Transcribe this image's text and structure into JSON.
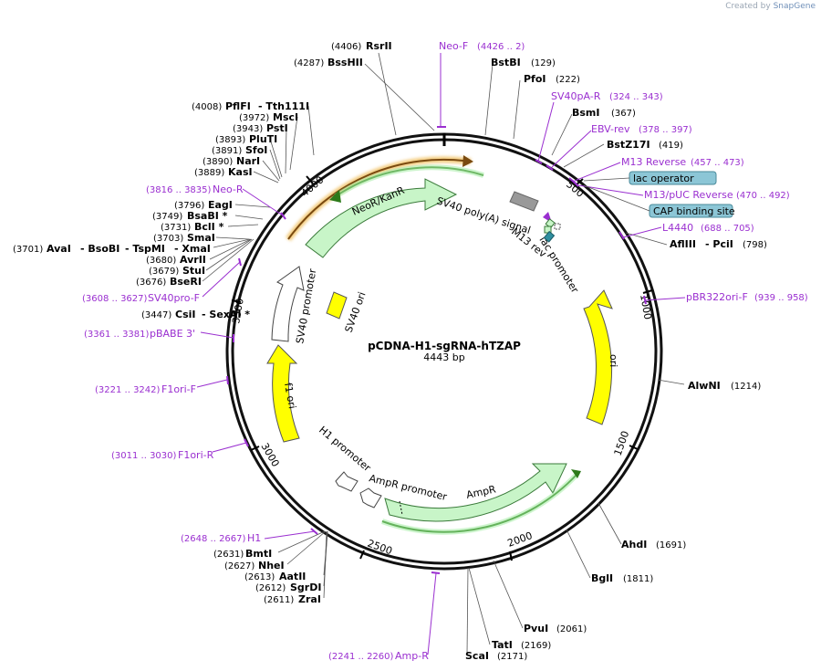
{
  "credit": {
    "prefix": "Created by",
    "brand": "SnapGene"
  },
  "plasmid": {
    "name": "pCDNA-H1-sgRNA-hTZAP",
    "length_label": "4443 bp"
  },
  "ticks": [
    "500",
    "1000",
    "1500",
    "2000",
    "2500",
    "3000",
    "3500",
    "4000"
  ],
  "features": {
    "neor": "NeoR/KanR",
    "sv40polya": "SV40 poly(A) signal",
    "m13rev": "M13 rev",
    "lacpromoter": "lac promoter",
    "ori": "ori",
    "ampr": "AmpR",
    "ampr_promoter": "AmpR promoter",
    "h1_promoter": "H1 promoter",
    "f1ori": "f1 ori",
    "sv40_promoter": "SV40 promoter",
    "sv40_ori": "SV40 ori"
  },
  "enzymes": {
    "rsrii": {
      "name": "RsrII",
      "pos": "(4406)"
    },
    "bsshii": {
      "name": "BssHII",
      "pos": "(4287)"
    },
    "bstbi": {
      "name": "BstBI",
      "pos": "(129)"
    },
    "pfoi": {
      "name": "PfoI",
      "pos": "(222)"
    },
    "bsmi": {
      "name": "BsmI",
      "pos": "(367)"
    },
    "bstz17i": {
      "name": "BstZ17I",
      "pos": "(419)"
    },
    "afliii": {
      "name": "AflIII",
      "name2": "- PciI",
      "pos": "(798)"
    },
    "alwni": {
      "name": "AlwNI",
      "pos": "(1214)"
    },
    "ahdi": {
      "name": "AhdI",
      "pos": "(1691)"
    },
    "bgli": {
      "name": "BglI",
      "pos": "(1811)"
    },
    "pvui": {
      "name": "PvuI",
      "pos": "(2061)"
    },
    "tati": {
      "name": "TatI",
      "pos": "(2169)"
    },
    "scai": {
      "name": "ScaI",
      "pos": "(2171)"
    },
    "zrai": {
      "name": "ZraI",
      "pos": "(2611)"
    },
    "sgrdi": {
      "name": "SgrDI",
      "pos": "(2612)"
    },
    "aatii": {
      "name": "AatII",
      "pos": "(2613)"
    },
    "nhei": {
      "name": "NheI",
      "pos": "(2627)"
    },
    "bmti": {
      "name": "BmtI",
      "pos": "(2631)"
    },
    "csii": {
      "name": "CsiI",
      "name2": "- SexAI *",
      "pos": "(3447)"
    },
    "bseri": {
      "name": "BseRI",
      "pos": "(3676)"
    },
    "stui": {
      "name": "StuI",
      "pos": "(3679)"
    },
    "avrii": {
      "name": "AvrII",
      "pos": "(3680)"
    },
    "avai": {
      "name": "AvaI",
      "name2": "- BsoBI",
      "name3": "- TspMI",
      "name4": "- XmaI",
      "pos": "(3701)"
    },
    "smai": {
      "name": "SmaI",
      "pos": "(3703)"
    },
    "bcli": {
      "name": "BclI *",
      "pos": "(3731)"
    },
    "bsabi": {
      "name": "BsaBI *",
      "pos": "(3749)"
    },
    "eagi": {
      "name": "EagI",
      "pos": "(3796)"
    },
    "kasi": {
      "name": "KasI",
      "pos": "(3889)"
    },
    "nari": {
      "name": "NarI",
      "pos": "(3890)"
    },
    "sfoi": {
      "name": "SfoI",
      "pos": "(3891)"
    },
    "pluti": {
      "name": "PluTI",
      "pos": "(3893)"
    },
    "psti": {
      "name": "PstI",
      "pos": "(3943)"
    },
    "msci": {
      "name": "MscI",
      "pos": "(3972)"
    },
    "pflfi": {
      "name": "PflFI",
      "name2": "- Tth111I",
      "pos": "(4008)"
    }
  },
  "primers": {
    "neof": {
      "name": "Neo-F",
      "pos": "(4426 .. 2)"
    },
    "sv40par": {
      "name": "SV40pA-R",
      "pos": "(324 .. 343)"
    },
    "ebvrev": {
      "name": "EBV-rev",
      "pos": "(378 .. 397)"
    },
    "m13reverse": {
      "name": "M13 Reverse",
      "pos": "(457 .. 473)"
    },
    "m13puc": {
      "name": "M13/pUC Reverse",
      "pos": "(470 .. 492)"
    },
    "l4440": {
      "name": "L4440",
      "pos": "(688 .. 705)"
    },
    "pbr322": {
      "name": "pBR322ori-F",
      "pos": "(939 .. 958)"
    },
    "ampr_primer": {
      "name": "Amp-R",
      "pos": "(2241 .. 2260)"
    },
    "h1": {
      "name": "H1",
      "pos": "(2648 .. 2667)"
    },
    "f1orir": {
      "name": "F1ori-R",
      "pos": "(3011 .. 3030)"
    },
    "f1orif": {
      "name": "F1ori-F",
      "pos": "(3221 .. 3242)"
    },
    "pbabe3": {
      "name": "pBABE 3'",
      "pos": "(3361 .. 3381)"
    },
    "sv40prof": {
      "name": "SV40pro-F",
      "pos": "(3608 .. 3627)"
    },
    "neor_primer": {
      "name": "Neo-R",
      "pos": "(3816 .. 3835)"
    }
  },
  "boxes": {
    "lac_operator": "lac operator",
    "cap_site": "CAP binding site"
  },
  "colors": {
    "primer": "#9a2fd0",
    "ori": "#ffff00",
    "marker": "#c8f5c8",
    "neor_glow": "#f0c060",
    "box": "#8cc6d6"
  }
}
